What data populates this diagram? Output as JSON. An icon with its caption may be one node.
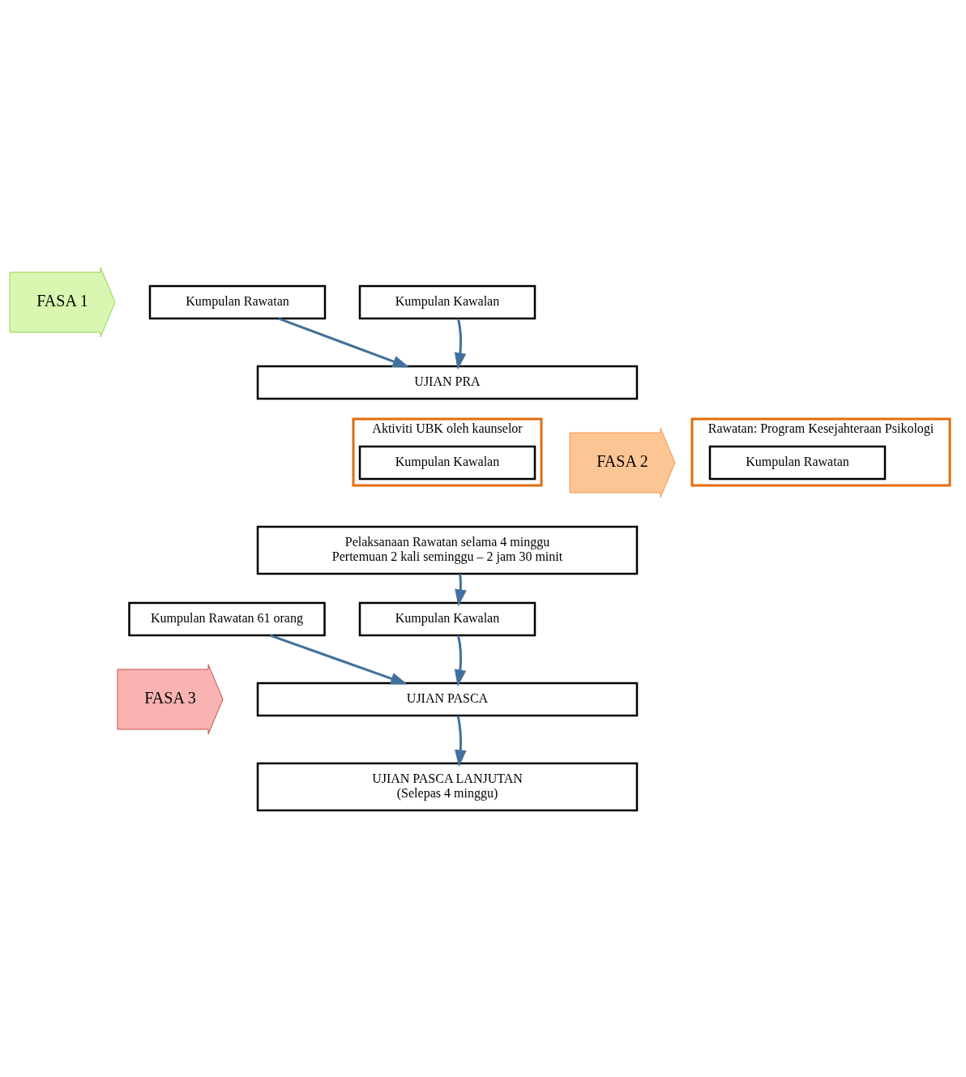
{
  "diagram": {
    "nodes": [
      {
        "text": [
          "FASA 1"
        ]
      },
      {
        "text": [
          "Kumpulan Rawatan"
        ]
      },
      {
        "text": [
          "Kumpulan Kawalan"
        ]
      },
      {
        "text": [
          "UJIAN PRA"
        ]
      },
      {
        "text": [
          "FASA 2"
        ]
      },
      {
        "text": [
          "Rawatan: Program Kesejahteraan Psikologi"
        ]
      },
      {
        "text": [
          "Kumpulan Rawatan"
        ],
        "in": 5
      },
      {
        "text": [
          "Aktiviti UBK oleh kaunselor"
        ]
      },
      {
        "text": [
          "Kumpulan Kawalan"
        ],
        "in": 7
      },
      {
        "text": [
          "Pelaksanaan Rawatan selama 4 minggu",
          "Pertemuan 2 kali seminggu – 2 jam 30 minit"
        ]
      },
      {
        "text": [
          "Kumpulan Rawatan 61 orang"
        ]
      },
      {
        "text": [
          "Kumpulan Kawalan"
        ]
      },
      {
        "text": [
          "FASA 3"
        ]
      },
      {
        "text": [
          "UJIAN PASCA"
        ]
      },
      {
        "text": [
          "UJIAN PASCA LANJUTAN",
          "(Selepas 4 minggu)"
        ]
      }
    ],
    "edges": [
      {
        "from": 1,
        "to": 3,
        "arrow": "to"
      },
      {
        "from": 2,
        "to": 3,
        "arrow": "to"
      },
      {
        "from": 9,
        "to": 11,
        "arrow": "to"
      },
      {
        "from": 10,
        "to": 13,
        "arrow": "to"
      },
      {
        "from": 11,
        "to": 13,
        "arrow": "to"
      },
      {
        "from": 13,
        "to": 14,
        "arrow": "to"
      }
    ]
  }
}
